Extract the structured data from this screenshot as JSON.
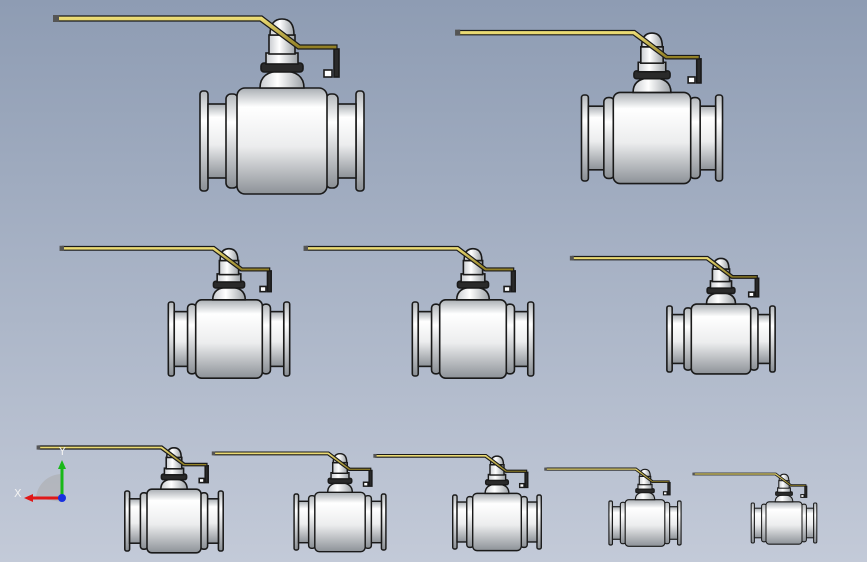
{
  "viewport": {
    "background_top": "#8e9cb3",
    "background_bottom": "#c3cad8"
  },
  "valves": [
    {
      "id": "valve-1"
    },
    {
      "id": "valve-2"
    },
    {
      "id": "valve-3"
    },
    {
      "id": "valve-4"
    },
    {
      "id": "valve-5"
    },
    {
      "id": "valve-6"
    },
    {
      "id": "valve-7"
    },
    {
      "id": "valve-8"
    },
    {
      "id": "valve-9"
    },
    {
      "id": "valve-10"
    }
  ],
  "colors": {
    "body_light": "#ffffff",
    "body_shade": "#9aa0a6",
    "outline": "#1a1a1a",
    "handle": "#c9b84a",
    "axis_x": "#e01818",
    "axis_y": "#18b818",
    "axis_z": "#1830e0"
  },
  "triad": {
    "x_label": "X",
    "y_label": "Y"
  }
}
